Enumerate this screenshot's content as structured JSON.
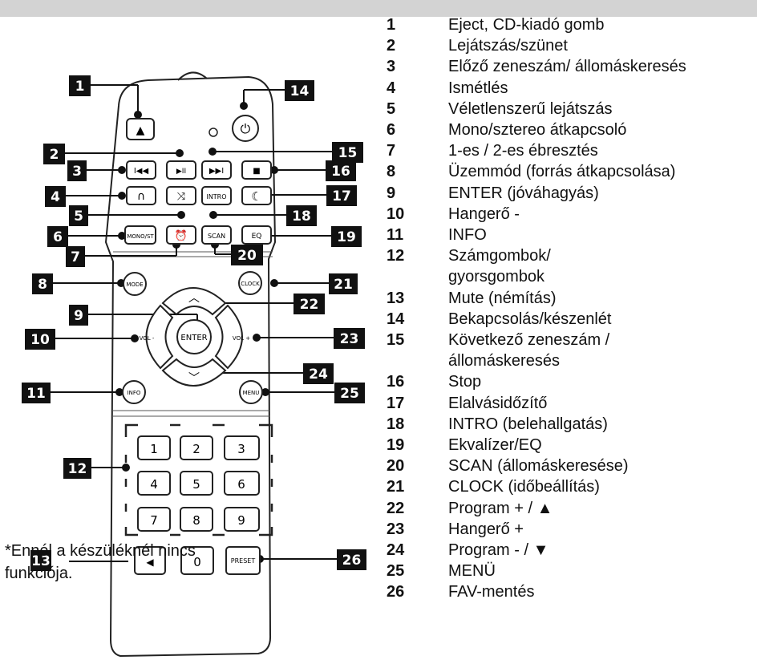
{
  "remote": {
    "buttons": {
      "b1": "▲",
      "b2": "▶II",
      "b3": "I◀◀",
      "b4": "∩",
      "b5": "⤨",
      "b6": "MONO/ST",
      "b7": "⏰",
      "b8": "MODE",
      "b9": "ENTER",
      "b10": "VOL -",
      "b11": "INFO",
      "b13": "◀",
      "b15": "▶▶I",
      "b16": "■",
      "b17": "☾",
      "b18": "INTRO",
      "b19": "EQ",
      "b20": "SCAN",
      "b21": "CLOCK",
      "b22": "︿",
      "b23": "VOL +",
      "b24": "﹀",
      "b25": "MENU",
      "b26": "PRESET"
    },
    "numpad": [
      "1",
      "2",
      "3",
      "4",
      "5",
      "6",
      "7",
      "8",
      "9",
      "0"
    ]
  },
  "callouts": [
    "1",
    "2",
    "3",
    "4",
    "5",
    "6",
    "7",
    "8",
    "9",
    "10",
    "11",
    "12",
    "13",
    "14",
    "15",
    "16",
    "17",
    "18",
    "19",
    "20",
    "21",
    "22",
    "23",
    "24",
    "25",
    "26"
  ],
  "legend": [
    {
      "num": "1",
      "lines": [
        "Eject, CD-kiadó gomb"
      ]
    },
    {
      "num": "2",
      "lines": [
        "Lejátszás/szünet"
      ]
    },
    {
      "num": "3",
      "lines": [
        "Előző zeneszám/ állomáskeresés"
      ]
    },
    {
      "num": "4",
      "lines": [
        "Ismétlés"
      ]
    },
    {
      "num": "5",
      "lines": [
        "Véletlenszerű lejátszás"
      ]
    },
    {
      "num": "6",
      "lines": [
        "Mono/sztereo átkapcsoló"
      ]
    },
    {
      "num": "7",
      "lines": [
        "1-es / 2-es ébresztés"
      ]
    },
    {
      "num": "8",
      "lines": [
        "Üzemmód (forrás átkapcsolása)"
      ]
    },
    {
      "num": "9",
      "lines": [
        "ENTER (jóváhagyás)"
      ]
    },
    {
      "num": "10",
      "lines": [
        "Hangerő -"
      ]
    },
    {
      "num": "11",
      "lines": [
        "INFO"
      ]
    },
    {
      "num": "12",
      "lines": [
        "Számgombok/",
        "gyorsgombok"
      ]
    },
    {
      "num": "13",
      "lines": [
        "Mute (némítás)"
      ]
    },
    {
      "num": "14",
      "lines": [
        "Bekapcsolás/készenlét"
      ]
    },
    {
      "num": "15",
      "lines": [
        "Következő zeneszám /",
        "állomáskeresés"
      ]
    },
    {
      "num": "16",
      "lines": [
        "Stop"
      ]
    },
    {
      "num": "17",
      "lines": [
        "Elalvásidőzítő"
      ]
    },
    {
      "num": "18",
      "lines": [
        "INTRO (belehallgatás)"
      ]
    },
    {
      "num": "19",
      "lines": [
        "Ekvalízer/EQ"
      ]
    },
    {
      "num": "20",
      "lines": [
        "SCAN (állomáskeresése)"
      ]
    },
    {
      "num": "21",
      "lines": [
        "CLOCK (időbeállítás)"
      ]
    },
    {
      "num": "22",
      "lines": [
        "Program + / ▲"
      ]
    },
    {
      "num": "23",
      "lines": [
        "Hangerő +"
      ]
    },
    {
      "num": "24",
      "lines": [
        "Program - / ▼"
      ]
    },
    {
      "num": "25",
      "lines": [
        "MENÜ"
      ]
    },
    {
      "num": "26",
      "lines": [
        "FAV-mentés"
      ]
    }
  ],
  "footnote": "*Ennél a készüléknél nincs funkciója."
}
